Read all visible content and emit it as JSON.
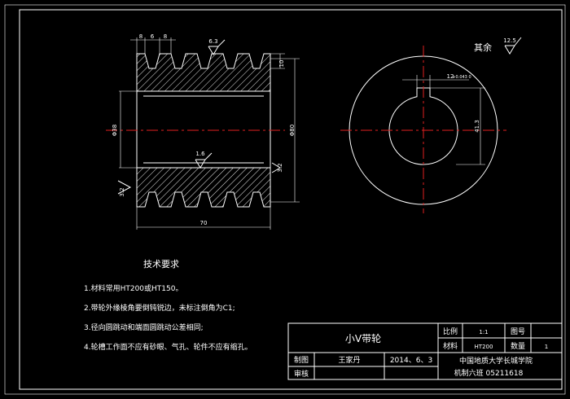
{
  "drawing": {
    "front_dims": {
      "top_a": "8",
      "top_b": "6",
      "top_c": "8",
      "height_10": "10",
      "phi80": "Φ80",
      "bore": "Φ38",
      "width_70": "70"
    },
    "roughness": {
      "top": "6.3",
      "center": "1.6",
      "left": "3.2",
      "right": "3.2"
    },
    "side_dims": {
      "keyway": "12",
      "keyway_tol": "+0.043 0",
      "depth": "41.3"
    },
    "other_label": "其余",
    "other_roughness": "12.5"
  },
  "tech": {
    "title": "技术要求",
    "items": [
      "1.材料常用HT200或HT150。",
      "2.带轮外缘棱角要倒钝锐边，未标注倒角为C1;",
      "3.径向圆跳动和端面圆跳动公差相同;",
      "4.轮槽工作面不应有砂眼、气孔、轮件不应有缩孔。"
    ]
  },
  "title_block": {
    "part_name": "小V带轮",
    "scale_label": "比例",
    "scale_value": "1:1",
    "drawing_no_label": "图号",
    "material_label": "材料",
    "material_value": "HT200",
    "qty_label": "数量",
    "qty_value": "1",
    "drawn_label": "制图",
    "drawn_by": "王家丹",
    "date": "2014、6、3",
    "checked_label": "审核",
    "school": "中国地质大学长城学院",
    "class_id": "机制六班  05211618"
  }
}
